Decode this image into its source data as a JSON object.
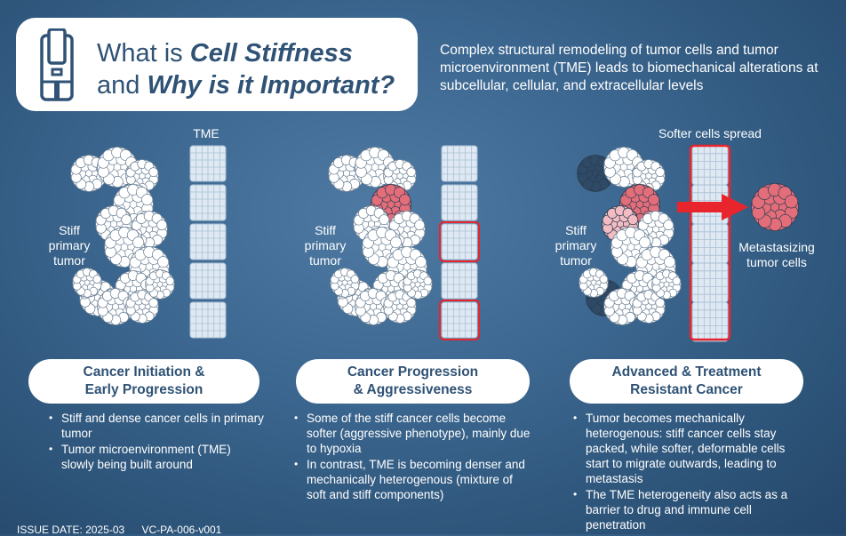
{
  "header": {
    "title_line1_prefix": "What is ",
    "title_line1_emph": "Cell Stiffness",
    "title_line2_prefix": "and ",
    "title_line2_emph": "Why is it Important?",
    "icon": "instrument-icon"
  },
  "intro": "Complex structural remodeling of tumor cells and tumor microenvironment (TME) leads to biomechanical alterations at subcellular, cellular, and extracellular levels",
  "illustration_labels": {
    "tme": "TME",
    "softer_cells_spread": "Softer cells spread",
    "stiff_primary_tumor_1": [
      "Stiff",
      "primary",
      "tumor"
    ],
    "stiff_primary_tumor_2": [
      "Stiff",
      "primary",
      "tumor"
    ],
    "stiff_primary_tumor_3": [
      "Stiff",
      "primary",
      "tumor"
    ],
    "metastasizing": [
      "Metastasizing",
      "tumor cells"
    ]
  },
  "stages": [
    {
      "title_line1": "Cancer Initiation &",
      "title_line2": "Early Progression",
      "bullets": [
        "Stiff and dense cancer cells in primary tumor",
        "Tumor microenvironment (TME) slowly being built around"
      ]
    },
    {
      "title_line1": "Cancer Progression",
      "title_line2": "& Aggressiveness",
      "bullets": [
        "Some of the stiff cancer cells become softer (aggressive phenotype), mainly due to hypoxia",
        "In contrast, TME is becoming denser and mechanically heterogenous (mixture of soft and stiff components)"
      ]
    },
    {
      "title_line1": "Advanced & Treatment",
      "title_line2": "Resistant Cancer",
      "bullets": [
        "Tumor becomes mechanically heterogenous: stiff cancer cells stay packed, while softer, deformable cells start to migrate outwards, leading to metastasis",
        "The TME heterogeneity also acts as a barrier to drug and immune cell penetration"
      ]
    }
  ],
  "footer": {
    "issue_date": "ISSUE DATE: 2025-03",
    "doc_id": "VC-PA-006-v001"
  },
  "colors": {
    "background": "#3c6790",
    "title_text": "#2f5275",
    "cell_white": "#ffffff",
    "cell_red": "#e46d7a",
    "cell_pink": "#f3bcc3",
    "cell_dark": "#2e4a66",
    "highlight_red": "#e8242c"
  }
}
